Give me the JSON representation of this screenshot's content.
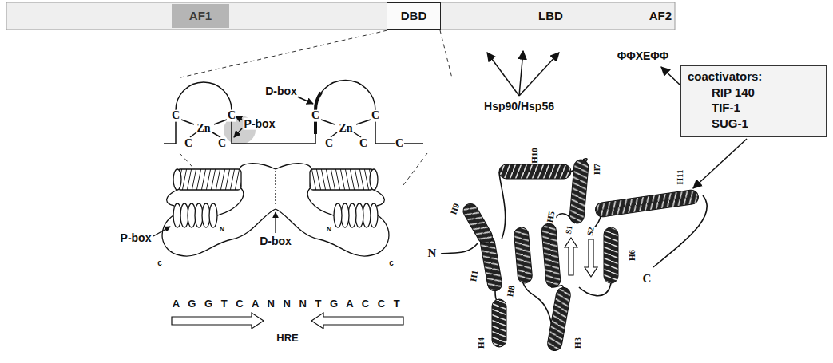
{
  "diagram": {
    "nodes": [
      {
        "text": [
          "AF1"
        ]
      },
      {
        "text": [
          "DBD"
        ]
      },
      {
        "text": [
          "LBD",
          "AF2"
        ]
      },
      {
        "text": [
          "coactivators:",
          "RIP 140",
          "TIF-1",
          "SUG-1"
        ]
      }
    ],
    "labels": [
      "C",
      "C",
      "Zn",
      "C",
      "C",
      "P-box",
      "D-box",
      "C",
      "C",
      "Zn",
      "C",
      "C",
      "C",
      "Hsp90/Hsp56",
      "ΦΦXEΦΦ",
      "P-box",
      "D-box",
      "N",
      "c",
      "N",
      "c",
      "A G G T C A N N N T G A C C T",
      "HRE",
      "N",
      "C",
      "H1",
      "H3",
      "H4",
      "H5",
      "H6",
      "H7",
      "H8",
      "H9",
      "H10",
      "H11",
      "S1",
      "S2"
    ]
  }
}
